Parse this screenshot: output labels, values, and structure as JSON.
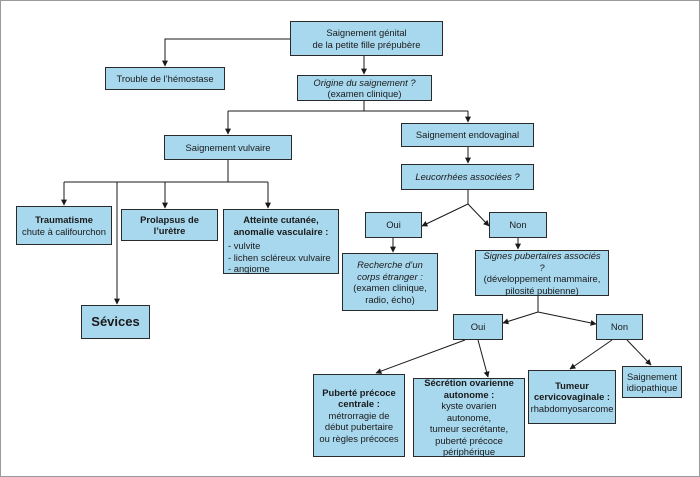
{
  "nodes": {
    "root": {
      "line1": "Saignement génital",
      "line2": "de la petite fille prépubère"
    },
    "hemostase": {
      "text": "Trouble de l’hémostase"
    },
    "origine": {
      "line1": "Origine du saignement ?",
      "line2": "(examen clinique)"
    },
    "vulvaire": {
      "text": "Saignement vulvaire"
    },
    "endovaginal": {
      "text": "Saignement endovaginal"
    },
    "leucorrhees": {
      "text": "Leucorrhées associées ?"
    },
    "traumatisme": {
      "line1": "Traumatisme",
      "line2": "chute à califourchon"
    },
    "sevices": {
      "text": "Sévices"
    },
    "prolapsus": {
      "text": "Prolapsus de l’urètre"
    },
    "atteinte": {
      "title1": "Atteinte cutanée,",
      "title2": "anomalie vasculaire :",
      "items": [
        "- vulvite",
        "- lichen scléreux vulvaire",
        "- angiome"
      ]
    },
    "oui1": {
      "text": "Oui"
    },
    "non1": {
      "text": "Non"
    },
    "corps": {
      "line1": "Recherche d’un",
      "line2": "corps étranger :",
      "line3": "(examen clinique,",
      "line4": "radio, écho)"
    },
    "signes": {
      "line1": "Signes pubertaires associés ?",
      "line2": "(développement mammaire,",
      "line3": "pilosité pubienne)"
    },
    "oui2": {
      "text": "Oui"
    },
    "non2": {
      "text": "Non"
    },
    "puberte": {
      "title1": "Puberté précoce",
      "title2": "centrale :",
      "line1": "métrorragie de",
      "line2": "début pubertaire",
      "line3": "ou règles précoces"
    },
    "secretion": {
      "title1": "Sécrétion ovarienne",
      "title2": "autonome :",
      "line1": "kyste ovarien autonome,",
      "line2": "tumeur secrétante,",
      "line3": "puberté précoce",
      "line4": "périphérique"
    },
    "tumeur": {
      "title1": "Tumeur",
      "title2": "cervicovaginale :",
      "line1": "rhabdomyosarcome"
    },
    "idiopathique": {
      "line1": "Saignement",
      "line2": "idiopathique"
    }
  },
  "colors": {
    "box_fill": "#a8d8ee",
    "box_border": "#2a2a2a",
    "line": "#1a1a1a"
  }
}
